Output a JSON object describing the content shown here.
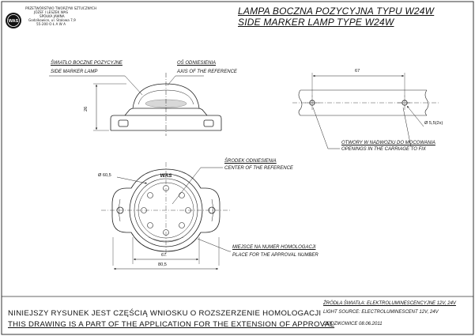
{
  "company": {
    "logo_text": "WAS",
    "line1": "PRZETWÓRSTWO TWORZYW SZTUCZNYCH",
    "line2": "JÓZEF I LESZEK WAS",
    "line3": "SPÓŁKA JAWNA",
    "line4": "Godzikowice, ul. Stalowa 7,9",
    "line5": "55-200  O Ł A W A",
    "line6": "",
    "line7": ""
  },
  "title": {
    "pl": "LAMPA BOCZNA POZYCYJNA TYPU W24W",
    "en": "SIDE MARKER LAMP TYPE W24W"
  },
  "labels": {
    "light_pl": "ŚWIATŁO BOCZNE POZYCYJNE",
    "light_en": "SIDE MARKER LAMP",
    "axis_pl": "OŚ ODNIESIENIA",
    "axis_en": "AXIS OF THE REFERENCE",
    "center_pl": "ŚRODEK ODNIESIENIA",
    "center_en": "CENTER OF THE REFERENCE",
    "approval_pl": "MIEJSCE NA NUMER HOMOLOGACJI",
    "approval_en": "PLACE FOR THE APPROVAL NUMBER",
    "holes_pl": "OTWORY W NADWOZIU DO MOCOWANIA",
    "holes_en": "OPENINGS IN THE CARRIAGE TO FIX",
    "lens_mark": "WAS"
  },
  "dimensions": {
    "height": "26",
    "diameter": "Ø 60,5",
    "width_inner": "67",
    "width_outer": "80,5",
    "holes_spacing": "67",
    "hole_diameter": "Ø 5,5(2x)"
  },
  "footer": {
    "note_pl": "NINIEJSZY RYSUNEK JEST CZĘŚCIĄ WNIOSKU O  ROZSZERZENIE HOMOLOGACJI",
    "note_en": "THIS DRAWING IS A PART OF THE APPLICATION FOR THE EXTENSION OF APPROVAL",
    "source_pl": "ŹRÓDŁA ŚWIATŁA: ELEKTROLUMINESCENCYJNE  12V, 24V",
    "source_en": "LIGHT SOURCE: ELECTROLUMINESCENT  12V, 24V",
    "date": "GODZIKOWICE 08.06.2011"
  }
}
